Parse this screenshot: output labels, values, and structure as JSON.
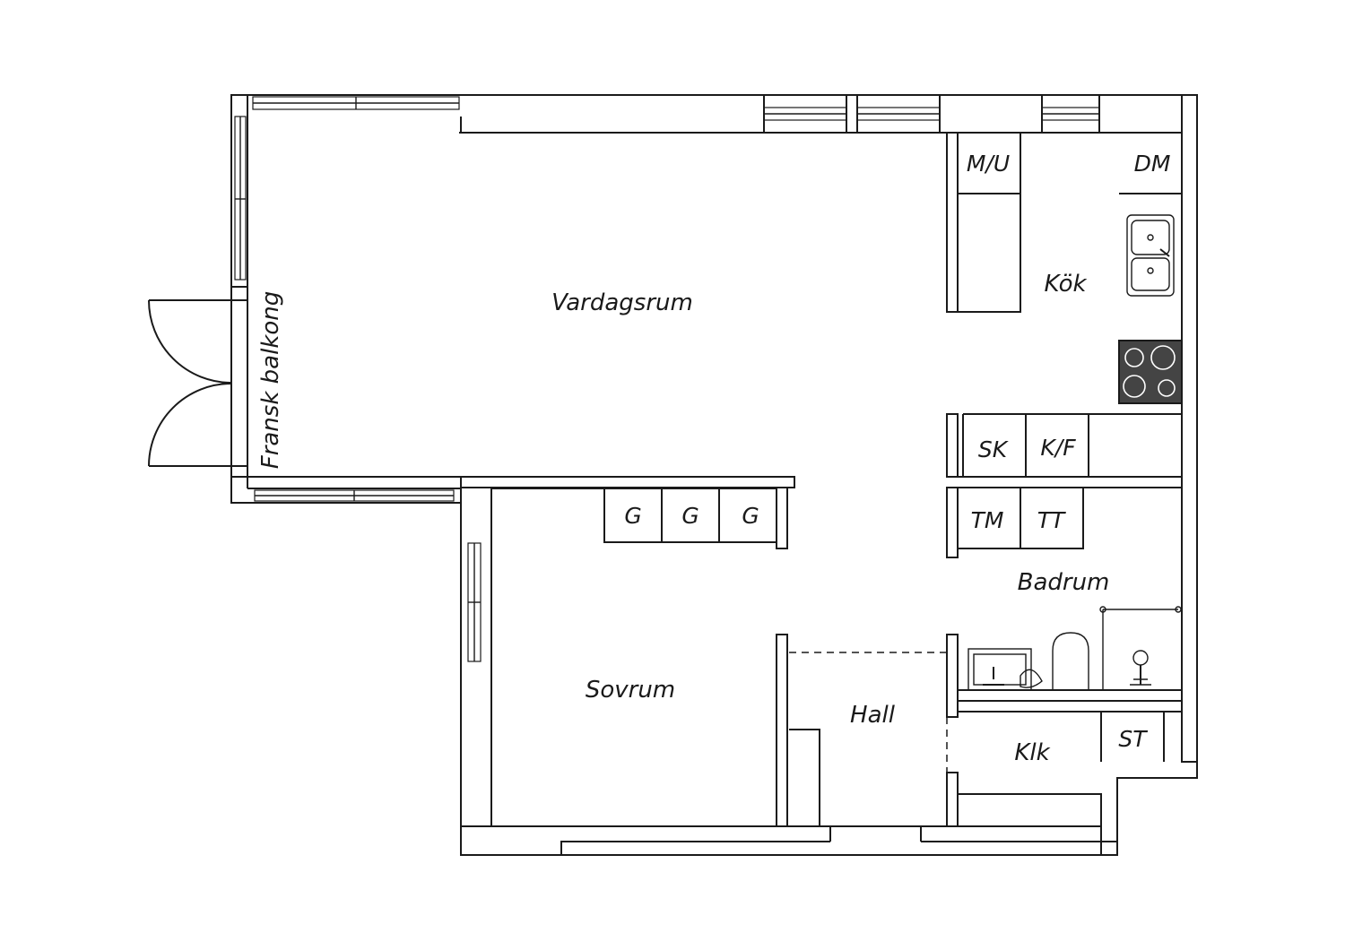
{
  "rooms": {
    "vardagsrum": "Vardagsrum",
    "kok": "Kök",
    "sovrum": "Sovrum",
    "hall": "Hall",
    "badrum": "Badrum",
    "klk": "Klk",
    "balcony": "Fransk balkong"
  },
  "fixtures": {
    "mu": "M/U",
    "dm": "DM",
    "sk": "SK",
    "kf": "K/F",
    "tm": "TM",
    "tt": "TT",
    "st": "ST",
    "g1": "G",
    "g2": "G",
    "g3": "G"
  },
  "colors": {
    "line": "#1a1a1a",
    "stove": "#444444",
    "background": "#ffffff"
  },
  "icons": [
    "double-sink-icon",
    "stove-icon",
    "washbasin-icon",
    "toilet-icon",
    "shower-icon"
  ]
}
